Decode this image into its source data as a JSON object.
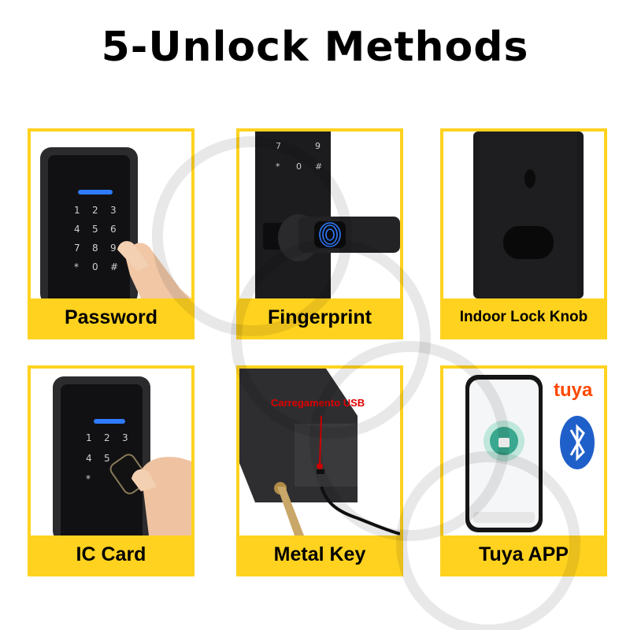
{
  "title": "5-Unlock Methods",
  "methods": [
    {
      "label": "Password",
      "icon": "keypad-finger-icon"
    },
    {
      "label": "Fingerprint",
      "icon": "fingerprint-icon"
    },
    {
      "label": "Indoor Lock Knob",
      "icon": "lock-knob-icon"
    },
    {
      "label": "IC Card",
      "icon": "ic-card-icon"
    },
    {
      "label": "Metal Key",
      "icon": "metal-key-icon"
    },
    {
      "label": "Tuya APP",
      "icon": "phone-app-icon"
    }
  ],
  "usb_caption": "Carregamento USB",
  "tuya_logo_text": "tuya",
  "keypad_keys": [
    "1",
    "2",
    "3",
    "4",
    "5",
    "6",
    "7",
    "8",
    "9",
    "*",
    "0",
    "#"
  ],
  "colors": {
    "label_bg": "#ffd21f",
    "lock_body": "#1c1c1e",
    "key_indicator": "#2f7bff",
    "usb_text": "#e00000",
    "tuya_brand": "#ff4800",
    "bluetooth": "#1f5fc9",
    "app_green": "#3aa88e"
  }
}
